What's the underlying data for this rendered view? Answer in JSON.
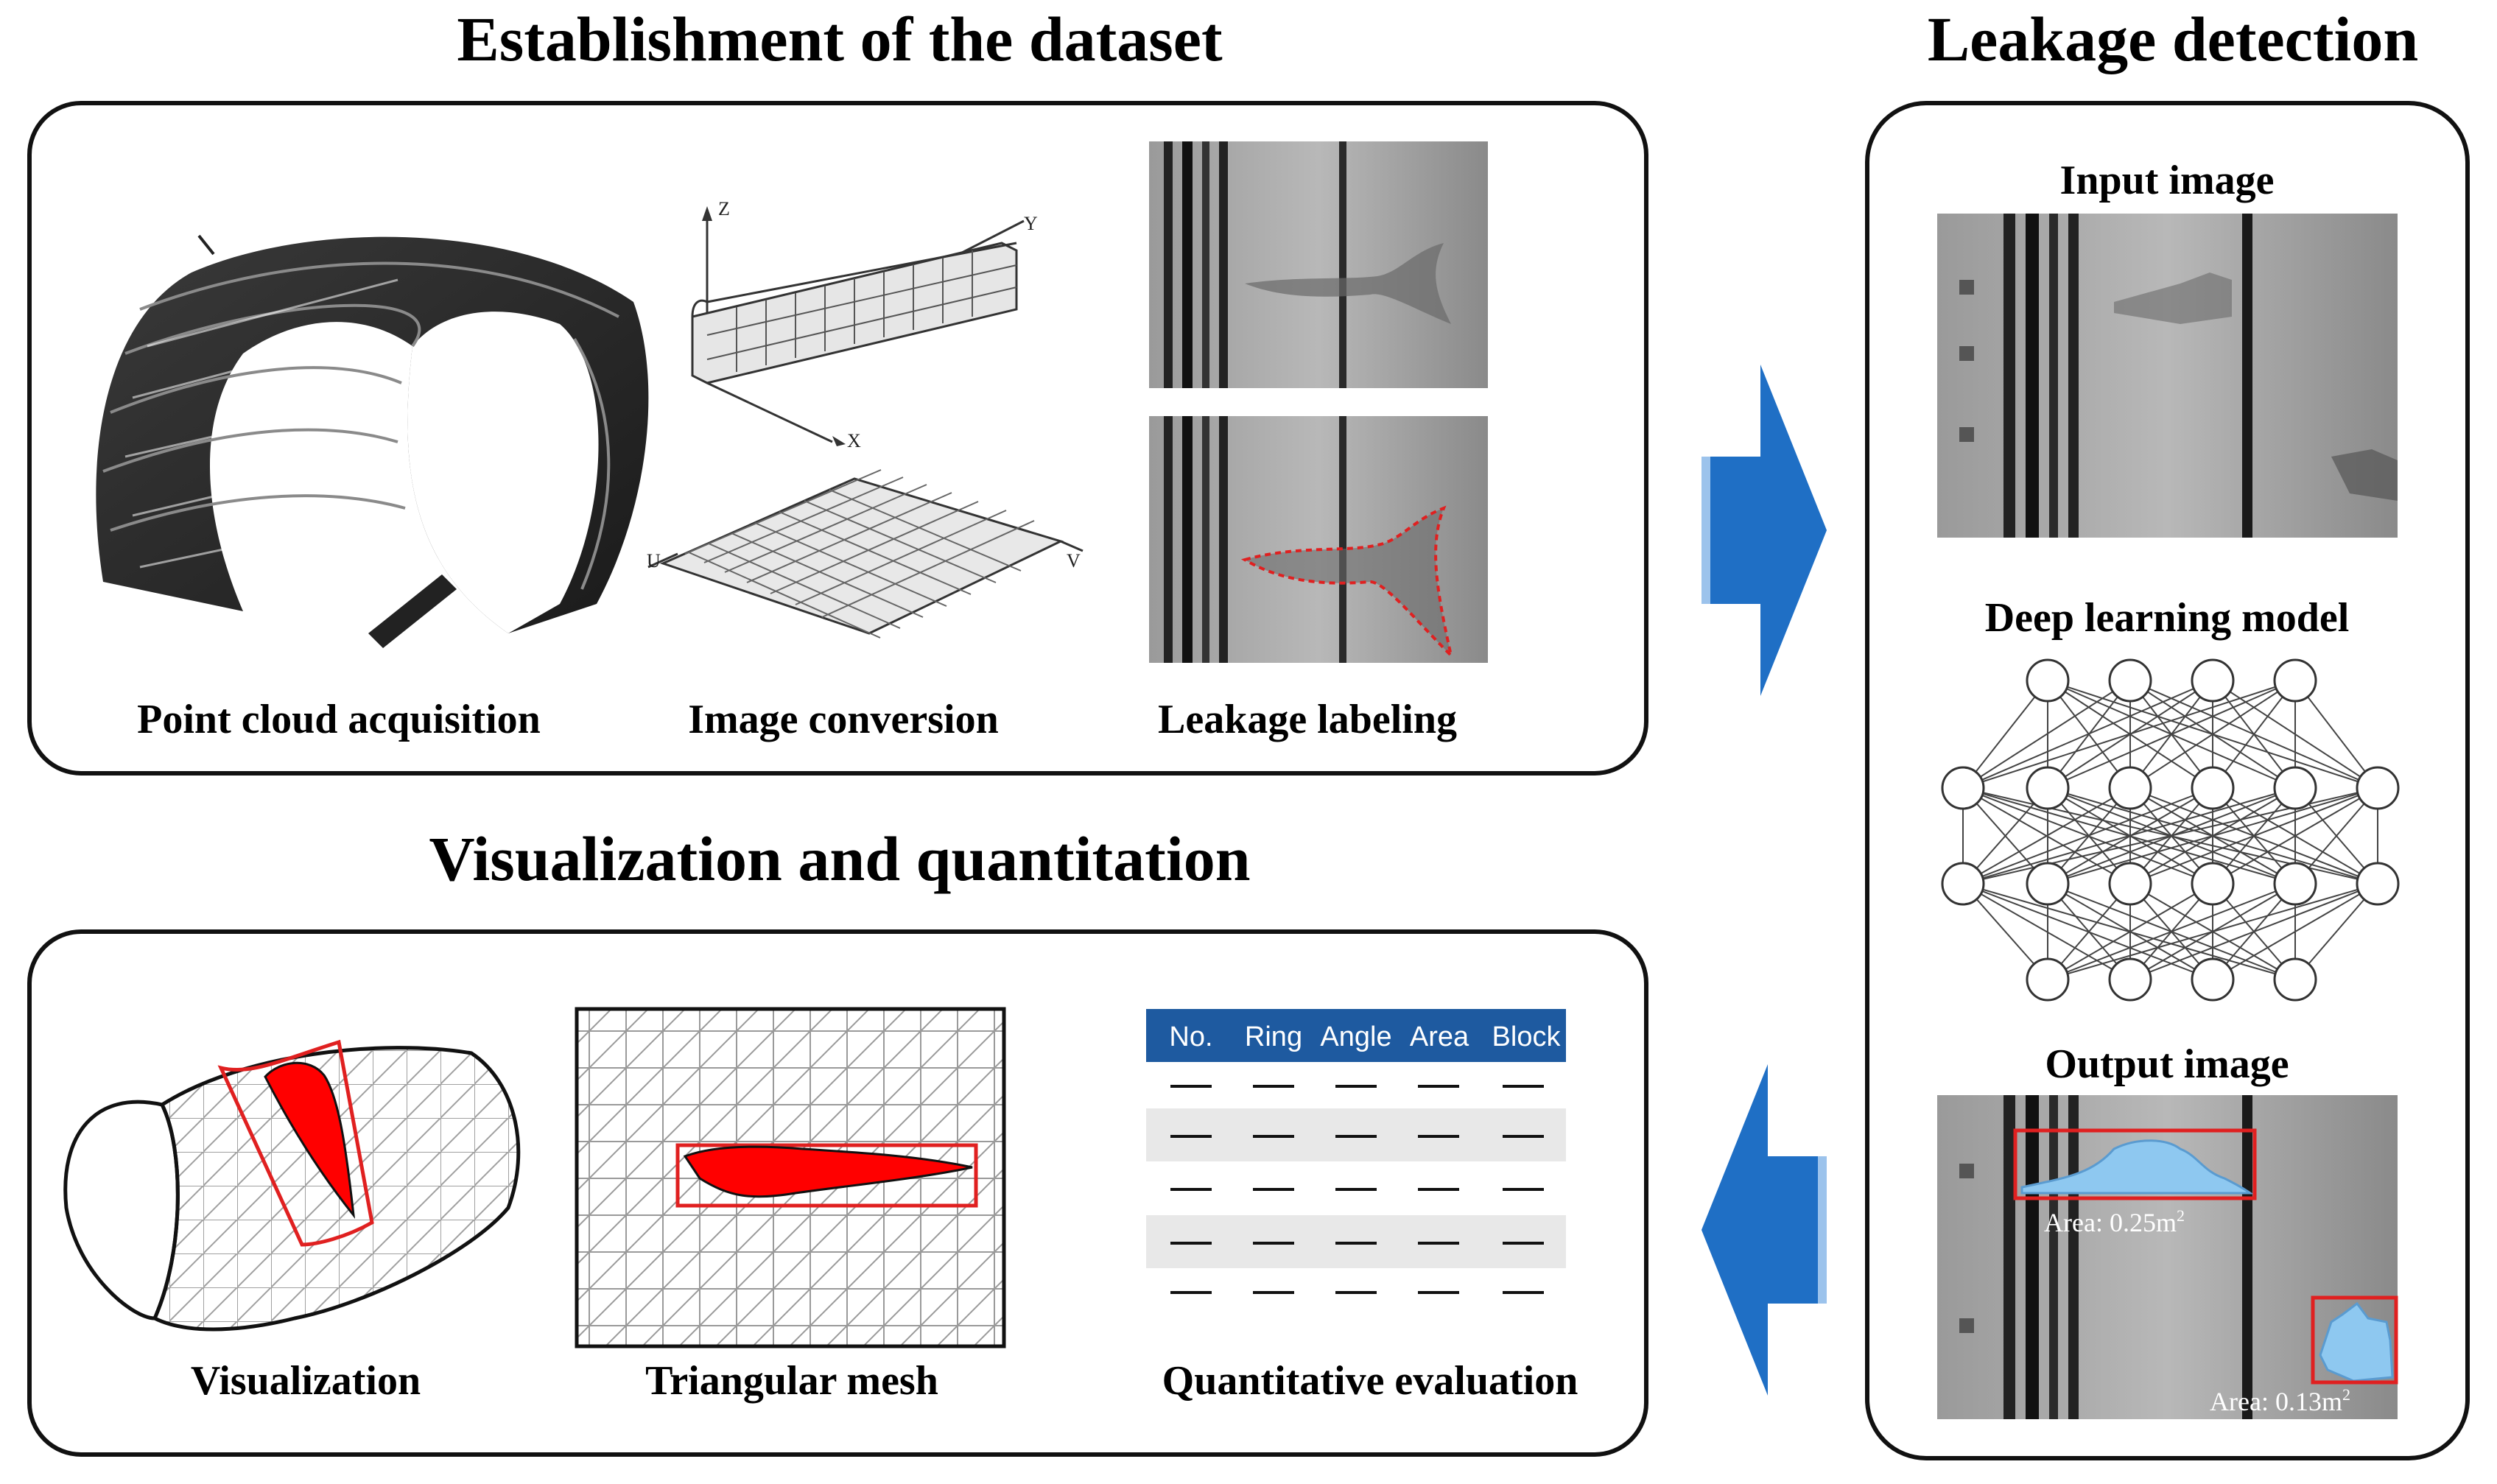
{
  "headings": {
    "dataset": "Establishment of the dataset",
    "detection": "Leakage detection",
    "visualization": "Visualization and quantitation"
  },
  "dataset_panel": {
    "captions": [
      "Point cloud acquisition",
      "Image conversion",
      "Leakage labeling"
    ],
    "axes": {
      "z": "Z",
      "y": "Y",
      "x": "X",
      "u": "U",
      "v": "V"
    }
  },
  "detection_panel": {
    "input_label": "Input image",
    "model_label": "Deep learning model",
    "output_label": "Output image",
    "network_layers": [
      4,
      6,
      6,
      4
    ],
    "results": [
      {
        "area": "Area: 0.25m",
        "exponent": "2"
      },
      {
        "area": "Area: 0.13m",
        "exponent": "2"
      }
    ]
  },
  "visualization_panel": {
    "captions": [
      "Visualization",
      "Triangular mesh",
      "Quantitative evaluation"
    ],
    "table": {
      "columns": [
        "No.",
        "Ring",
        "Angle",
        "Area",
        "Block"
      ],
      "placeholder": "—"
    }
  },
  "colors": {
    "arrow": "#1f6fc5",
    "leak_fill": "#ff0000",
    "label_outline": "#e02020",
    "detection_fill": "#8ec8f0",
    "table_header": "#1e5aa0",
    "stripe": "#e8e8e8"
  }
}
